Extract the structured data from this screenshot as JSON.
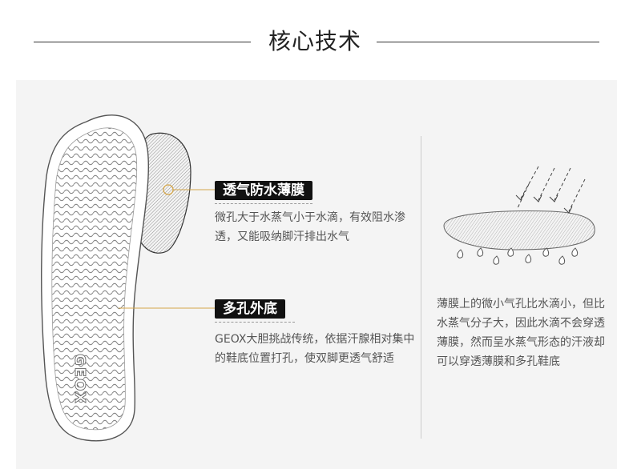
{
  "header": {
    "title": "核心技术"
  },
  "features": [
    {
      "label": "透气防水薄膜",
      "desc": "微孔大于水蒸气小于水滴，有效阻水渗透，又能吸纳脚汗排出水气"
    },
    {
      "label": "多孔外底",
      "desc": "GEOX大胆挑战传统，依据汗腺相对集中的鞋底位置打孔，使双脚更透气舒适"
    }
  ],
  "membrane": {
    "desc": "薄膜上的微小气孔比水滴小，但比水蒸气分子大，因此水滴不会穿透薄膜，然而呈水蒸气形态的汗液却可以穿透薄膜和多孔鞋底"
  },
  "sole_logo": "GEOX",
  "colors": {
    "accent": "#d4a64a",
    "badge_bg": "#111111",
    "panel_bg": "#f4f4f4"
  }
}
